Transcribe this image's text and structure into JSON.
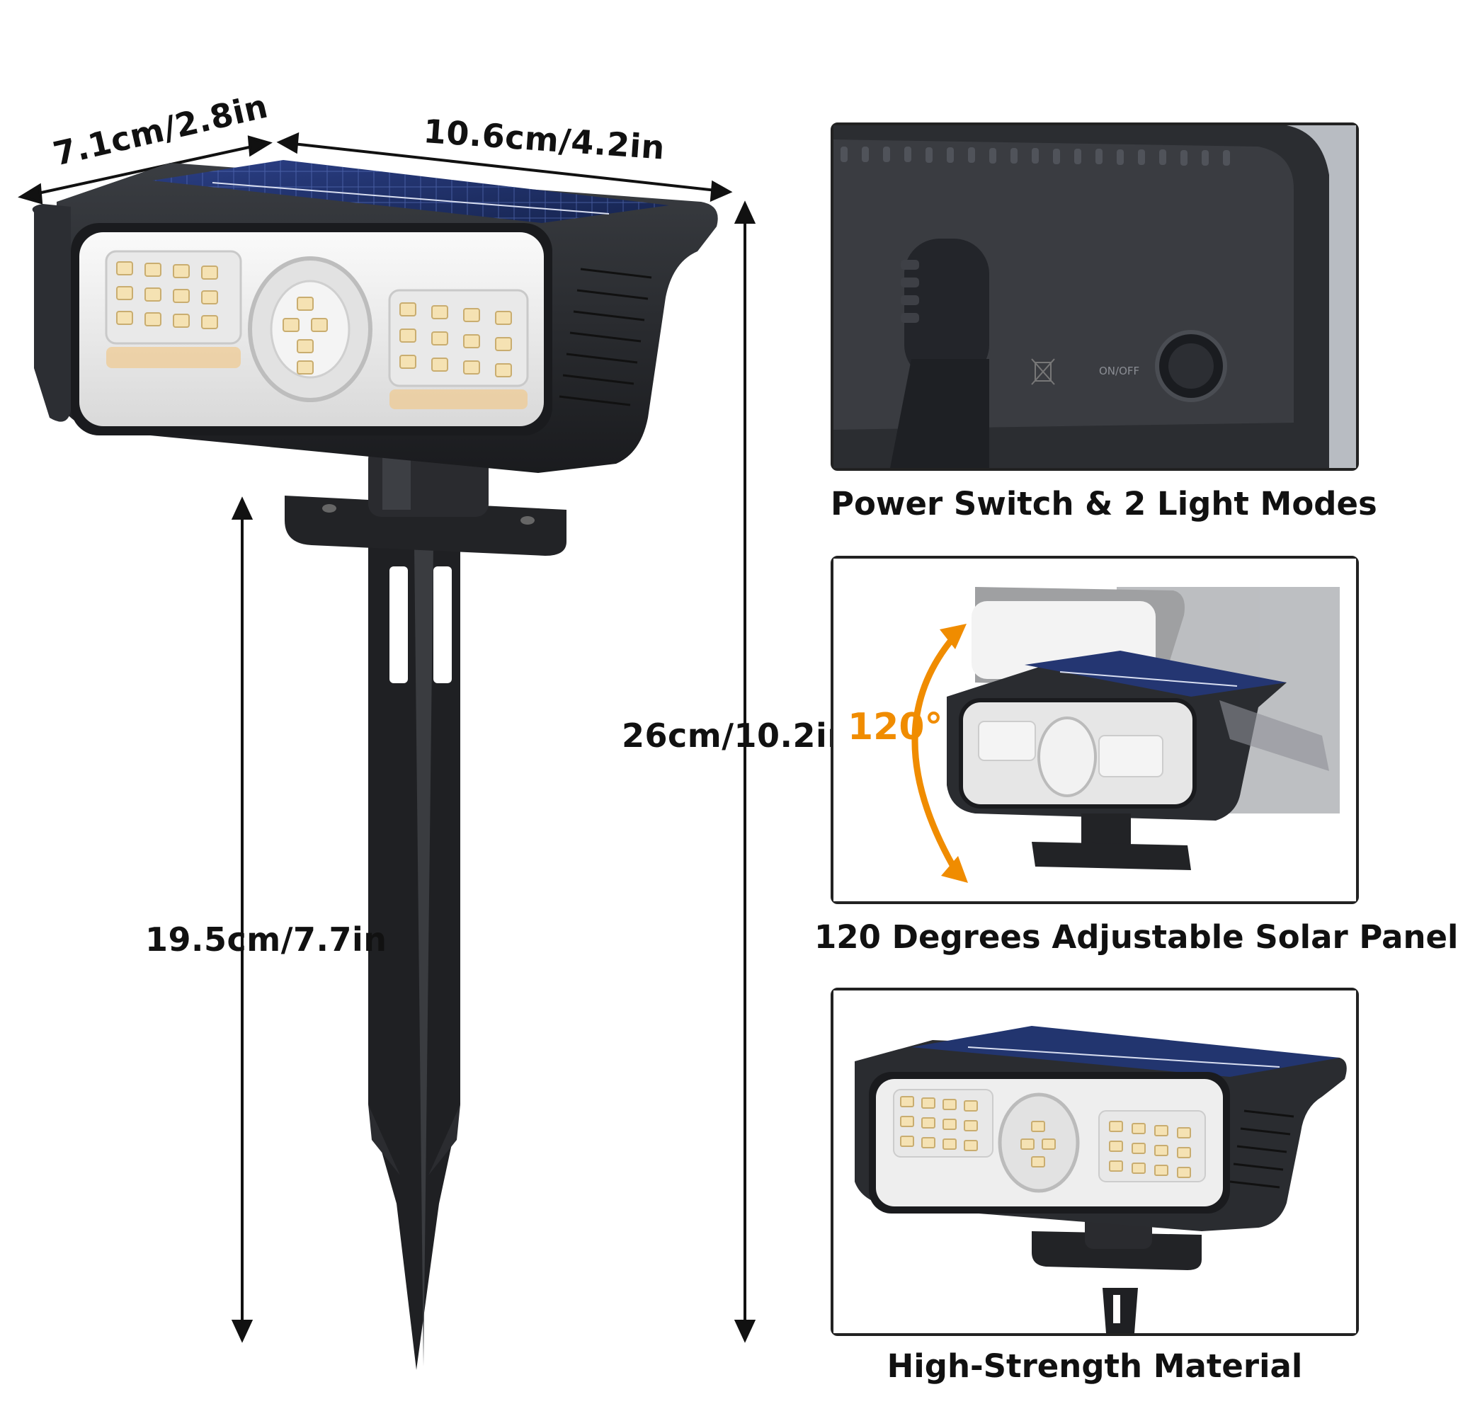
{
  "dimensions": {
    "depth": "7.1cm/2.8in",
    "width": "10.6cm/4.2in",
    "total_height": "26cm/10.2in",
    "stake_height": "19.5cm/7.7in"
  },
  "features": [
    {
      "caption": "Power Switch & 2 Light Modes",
      "switch_label": "ON/OFF"
    },
    {
      "caption": "120 Degrees Adjustable Solar Panel",
      "angle_label": "120°"
    },
    {
      "caption": "High-Strength Material"
    }
  ],
  "colors": {
    "accent": "#f08c00",
    "body": "#26282c",
    "panel": "#1c2f6e",
    "led": "#f4e4b8"
  }
}
